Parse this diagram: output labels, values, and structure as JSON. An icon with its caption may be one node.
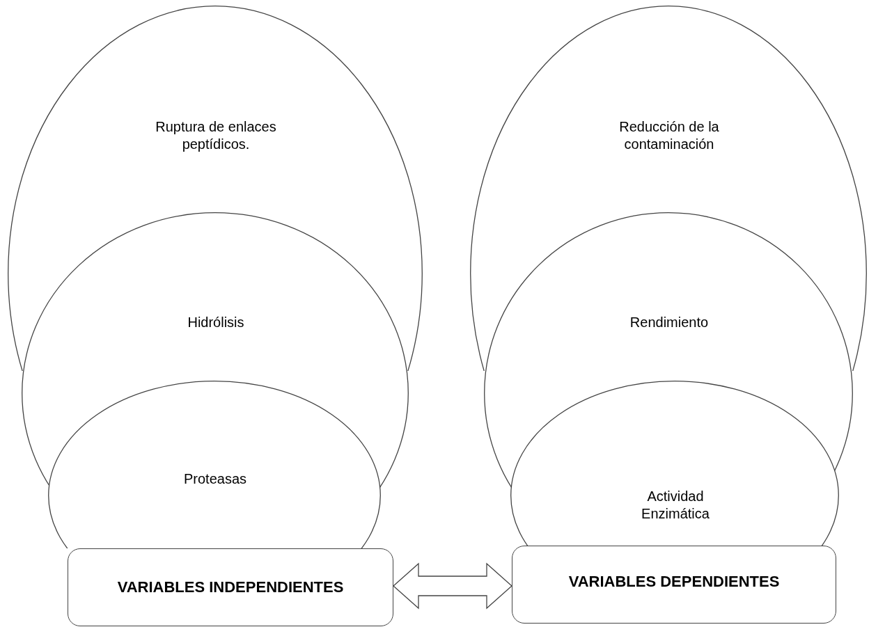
{
  "diagram": {
    "nodes": [
      {
        "text": [
          "Ruptura de enlaces peptídicos."
        ]
      },
      {
        "text": [
          "Hidrólisis"
        ]
      },
      {
        "text": [
          "Proteasas"
        ]
      },
      {
        "text": [
          "VARIABLES INDEPENDIENTES"
        ]
      },
      {
        "text": [
          "Reducción de la contaminación"
        ]
      },
      {
        "text": [
          "Rendimiento"
        ]
      },
      {
        "text": [
          "Actividad Enzimática"
        ]
      },
      {
        "text": [
          "VARIABLES DEPENDIENTES"
        ]
      }
    ],
    "edges": [
      {
        "from": 3,
        "to": 7,
        "arrow": "both"
      }
    ]
  }
}
